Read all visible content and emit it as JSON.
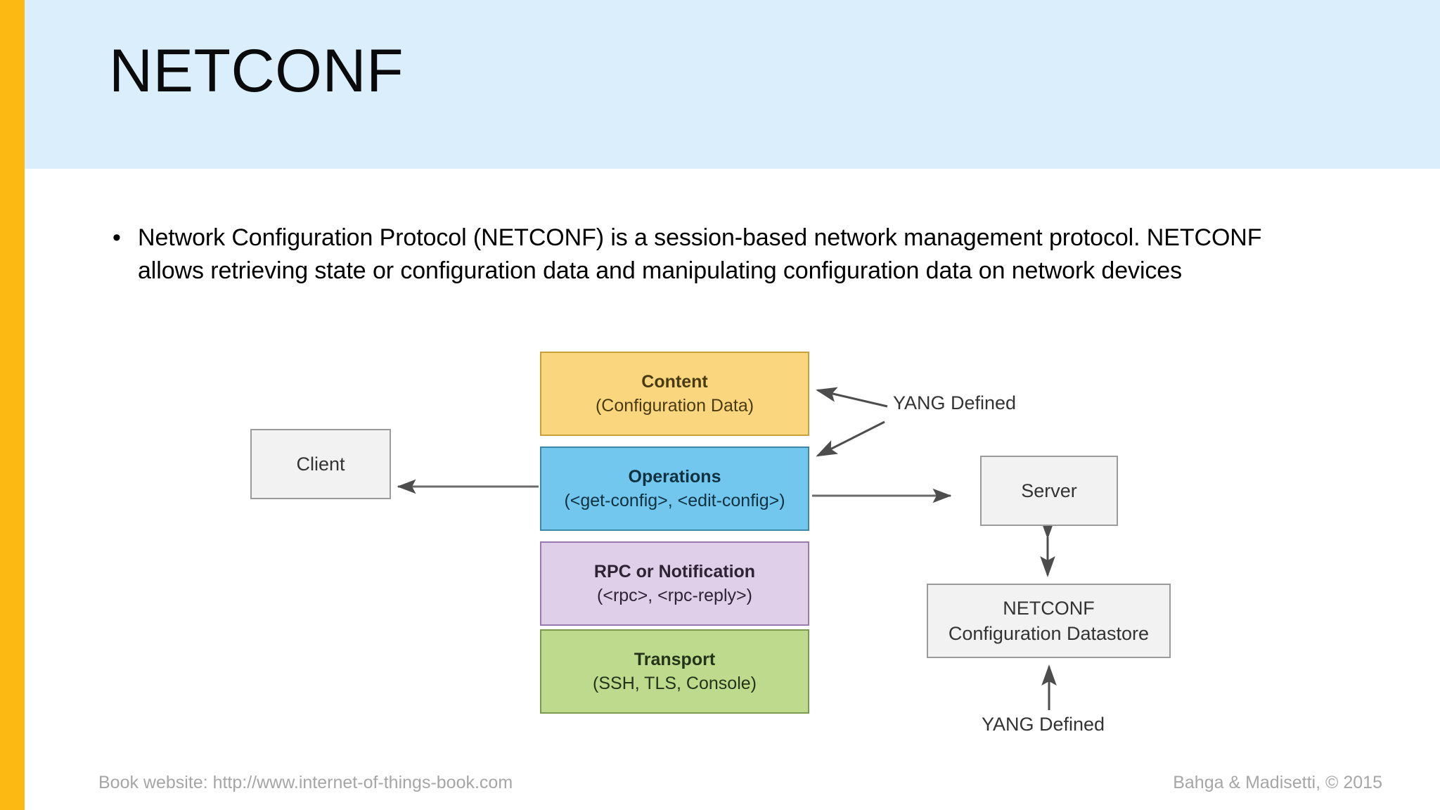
{
  "slide": {
    "title": "NETCONF",
    "accent_bar_color": "#FDB913",
    "header_band_color": "#DAEEFB",
    "bullet_marker": "•",
    "bullet_text": "Network Configuration Protocol (NETCONF) is a session-based network management protocol. NETCONF allows retrieving state or configuration data and manipulating configuration data on network devices"
  },
  "diagram": {
    "stack": [
      {
        "title": "Content",
        "subtitle": "(Configuration Data)",
        "fill": "#FAD77E",
        "stroke": "#C9A13B"
      },
      {
        "title": "Operations",
        "subtitle": "(<get-config>, <edit-config>)",
        "fill": "#72C7EE",
        "stroke": "#3F87A6"
      },
      {
        "title": "RPC or Notification",
        "subtitle": "(<rpc>, <rpc-reply>)",
        "fill": "#E0CFE8",
        "stroke": "#9A79AE"
      },
      {
        "title": "Transport",
        "subtitle": "(SSH, TLS, Console)",
        "fill": "#BEDA8C",
        "stroke": "#7A9A4E"
      }
    ],
    "client": {
      "label": "Client"
    },
    "server": {
      "label": "Server"
    },
    "datastore": {
      "line1": "NETCONF",
      "line2": "Configuration Datastore"
    },
    "annotations": {
      "yang_top": "YANG Defined",
      "yang_bottom": "YANG Defined"
    }
  },
  "footer": {
    "left": "Book website: http://www.internet-of-things-book.com",
    "right": "Bahga & Madisetti, © 2015"
  }
}
